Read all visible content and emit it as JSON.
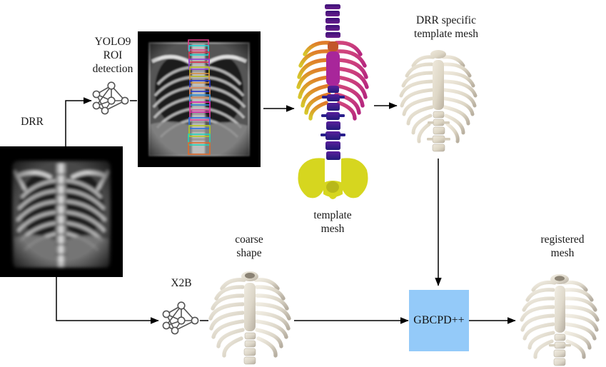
{
  "diagram": {
    "title": "DRR to registered rib cage mesh pipeline",
    "background": "#ffffff",
    "accent_box_color": "#94caf9",
    "arrow_color": "#000000"
  },
  "labels": {
    "drr": "DRR",
    "yolo": "YOLO9\nROI\ndetection",
    "drr_specific_template": "DRR specific\ntemplate mesh",
    "template_mesh": "template\nmesh",
    "coarse_shape": "coarse\nshape",
    "x2b": "X2B",
    "gbcpd": "GBCPD++",
    "registered_mesh": "registered\nmesh"
  },
  "nodes": [
    {
      "id": "drr-image",
      "kind": "image",
      "caption": "DRR"
    },
    {
      "id": "yolo-network",
      "kind": "neural-network-icon",
      "caption": "YOLO9 ROI detection"
    },
    {
      "id": "xray-roi-image",
      "kind": "image",
      "caption": "chest x-ray with vertebra ROI boxes"
    },
    {
      "id": "template-mesh",
      "kind": "mesh",
      "caption": "template mesh"
    },
    {
      "id": "drr-template-mesh",
      "kind": "mesh",
      "caption": "DRR specific template mesh"
    },
    {
      "id": "x2b-network",
      "kind": "neural-network-icon",
      "caption": "X2B"
    },
    {
      "id": "coarse-shape-mesh",
      "kind": "mesh",
      "caption": "coarse shape"
    },
    {
      "id": "gbcpd-box",
      "kind": "process",
      "caption": "GBCPD++"
    },
    {
      "id": "registered-mesh",
      "kind": "mesh",
      "caption": "registered mesh"
    }
  ],
  "edges": [
    {
      "from": "drr-image",
      "to": "yolo-network"
    },
    {
      "from": "yolo-network",
      "to": "xray-roi-image"
    },
    {
      "from": "xray-roi-image",
      "to": "template-mesh"
    },
    {
      "from": "template-mesh",
      "to": "drr-template-mesh"
    },
    {
      "from": "drr-template-mesh",
      "to": "gbcpd-box"
    },
    {
      "from": "drr-image",
      "to": "x2b-network"
    },
    {
      "from": "x2b-network",
      "to": "coarse-shape-mesh"
    },
    {
      "from": "coarse-shape-mesh",
      "to": "gbcpd-box"
    },
    {
      "from": "gbcpd-box",
      "to": "registered-mesh"
    }
  ],
  "roi_boxes": {
    "count": 15,
    "colors": [
      "#e0408a",
      "#1fd6d6",
      "#e02d4a",
      "#8b3fd6",
      "#b8b81f",
      "#d68f3f",
      "#2233cc",
      "#e08a5a",
      "#2a8fe0",
      "#e01fa8",
      "#e0409a",
      "#2a6fe0",
      "#b8cc1f",
      "#1fd6b8",
      "#e06a2a",
      "#d6204a"
    ]
  },
  "template_mesh_colors": {
    "spine_upper": "#3b1178",
    "ribs_left": "#d99a2b",
    "ribs_right": "#b5267f",
    "sternum": "#a8269a",
    "spine_lower": "#2a1f8c",
    "pelvis": "#d6d61f"
  },
  "bone_mesh_color": "#d8d2c4"
}
